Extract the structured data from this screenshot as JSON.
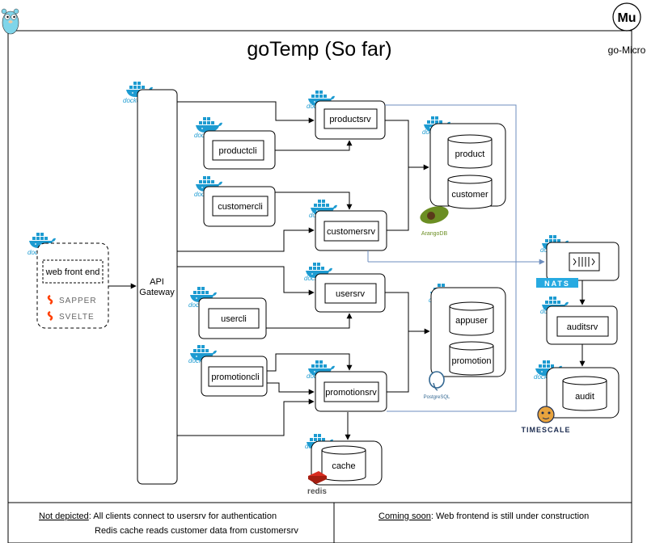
{
  "title": "goTemp (So far)",
  "micro_logo": {
    "text": "Mu",
    "caption": "go-Micro"
  },
  "docker_label": "docker",
  "frontend": {
    "label": "web front end",
    "logos": [
      "SAPPER",
      "SVELTE"
    ],
    "colors": {
      "sapper": "#ff3e00",
      "svelte": "#ff3e00"
    }
  },
  "gateway": {
    "line1": "API",
    "line2": "Gateway"
  },
  "clients": {
    "productcli": "productcli",
    "customercli": "customercli",
    "usercli": "usercli",
    "promotioncli": "promotioncli"
  },
  "services": {
    "productsrv": "productsrv",
    "customersrv": "customersrv",
    "usersrv": "usersrv",
    "promotionsrv": "promotionsrv",
    "auditsrv": "auditsrv"
  },
  "databases": {
    "arango": {
      "collections": [
        "product",
        "customer"
      ],
      "logo_text": "ArangoDB"
    },
    "postgres": {
      "tables": [
        "appuser",
        "promotion"
      ],
      "logo_text": "PostgreSQL"
    },
    "redis": {
      "store": "cache",
      "logo_text": "redis"
    },
    "timescale": {
      "store": "audit",
      "logo_text": "TIMESCALE"
    }
  },
  "nats": {
    "logo_text": "NATS"
  },
  "footer": {
    "left_heading": "Not depicted",
    "left_line1": ": All clients connect to usersrv for authentication",
    "left_line2": "Redis cache reads customer data from customersrv",
    "right_heading": "Coming soon",
    "right_line1": ": Web frontend is still under construction"
  },
  "colors": {
    "docker": "#1d9bd1",
    "gopher": "#7fd5ea",
    "nats_blue": "#27aae1",
    "pubsub_line": "#6c8ebf",
    "arango_green": "#6b8e23",
    "redis_red": "#d82c20",
    "timescale_navy": "#1b2b4f"
  }
}
